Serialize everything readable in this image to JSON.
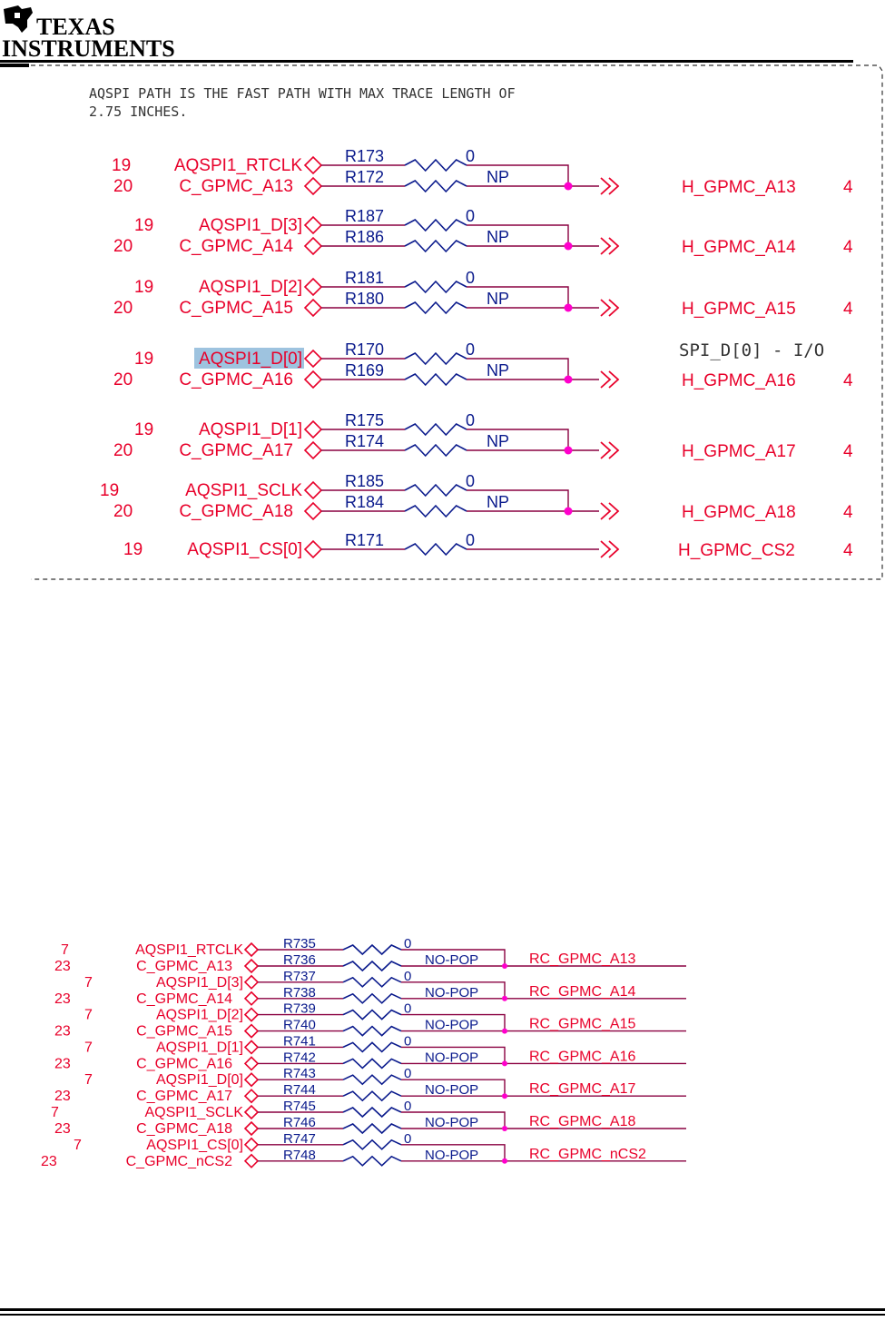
{
  "logo": {
    "line1": "Texas",
    "line2": "Instruments",
    "icon": "ti-logo-icon"
  },
  "colors": {
    "net_label": "#e8002a",
    "ref_designator": "#0a1a8c",
    "wire": "#8a0040",
    "junction": "#ff00cc"
  },
  "top_schematic": {
    "note_lines": [
      "AQSPI PATH IS THE FAST PATH WITH MAX TRACE LENGTH OF",
      "2.75 INCHES."
    ],
    "side_note": "SPI_D[0] - I/O",
    "groups": [
      {
        "sig_page": "19",
        "signal": "AQSPI1_RTCLK",
        "gpmc_page": "20",
        "gpmc": "C_GPMC_A13",
        "r_top": "R173",
        "r_top_val": "0",
        "r_bot": "R172",
        "r_bot_val": "NP",
        "out": "H_GPMC_A13",
        "out_page": "4"
      },
      {
        "sig_page": "19",
        "signal": "AQSPI1_D[3]",
        "gpmc_page": "20",
        "gpmc": "C_GPMC_A14",
        "r_top": "R187",
        "r_top_val": "0",
        "r_bot": "R186",
        "r_bot_val": "NP",
        "out": "H_GPMC_A14",
        "out_page": "4"
      },
      {
        "sig_page": "19",
        "signal": "AQSPI1_D[2]",
        "gpmc_page": "20",
        "gpmc": "C_GPMC_A15",
        "r_top": "R181",
        "r_top_val": "0",
        "r_bot": "R180",
        "r_bot_val": "NP",
        "out": "H_GPMC_A15",
        "out_page": "4"
      },
      {
        "sig_page": "19",
        "signal": "AQSPI1_D[0]",
        "gpmc_page": "20",
        "gpmc": "C_GPMC_A16",
        "r_top": "R170",
        "r_top_val": "0",
        "r_bot": "R169",
        "r_bot_val": "NP",
        "out": "H_GPMC_A16",
        "out_page": "4"
      },
      {
        "sig_page": "19",
        "signal": "AQSPI1_D[1]",
        "gpmc_page": "20",
        "gpmc": "C_GPMC_A17",
        "r_top": "R175",
        "r_top_val": "0",
        "r_bot": "R174",
        "r_bot_val": "NP",
        "out": "H_GPMC_A17",
        "out_page": "4"
      },
      {
        "sig_page": "19",
        "signal": "AQSPI1_SCLK",
        "gpmc_page": "20",
        "gpmc": "C_GPMC_A18",
        "r_top": "R185",
        "r_top_val": "0",
        "r_bot": "R184",
        "r_bot_val": "NP",
        "out": "H_GPMC_A18",
        "out_page": "4"
      }
    ],
    "single": {
      "sig_page": "19",
      "signal": "AQSPI1_CS[0]",
      "r": "R171",
      "r_val": "0",
      "out": "H_GPMC_CS2",
      "out_page": "4"
    }
  },
  "bottom_schematic": {
    "groups": [
      {
        "sig_page": "7",
        "signal": "AQSPI1_RTCLK",
        "gpmc_page": "23",
        "gpmc": "C_GPMC_A13",
        "r_top": "R735",
        "r_top_val": "0",
        "r_bot": "R736",
        "r_bot_val": "NO-POP",
        "out": "RC_GPMC_A13"
      },
      {
        "sig_page": "7",
        "signal": "AQSPI1_D[3]",
        "gpmc_page": "23",
        "gpmc": "C_GPMC_A14",
        "r_top": "R737",
        "r_top_val": "0",
        "r_bot": "R738",
        "r_bot_val": "NO-POP",
        "out": "RC_GPMC_A14"
      },
      {
        "sig_page": "7",
        "signal": "AQSPI1_D[2]",
        "gpmc_page": "23",
        "gpmc": "C_GPMC_A15",
        "r_top": "R739",
        "r_top_val": "0",
        "r_bot": "R740",
        "r_bot_val": "NO-POP",
        "out": "RC_GPMC_A15"
      },
      {
        "sig_page": "7",
        "signal": "AQSPI1_D[1]",
        "gpmc_page": "23",
        "gpmc": "C_GPMC_A16",
        "r_top": "R741",
        "r_top_val": "0",
        "r_bot": "R742",
        "r_bot_val": "NO-POP",
        "out": "RC_GPMC_A16"
      },
      {
        "sig_page": "7",
        "signal": "AQSPI1_D[0]",
        "gpmc_page": "23",
        "gpmc": "C_GPMC_A17",
        "r_top": "R743",
        "r_top_val": "0",
        "r_bot": "R744",
        "r_bot_val": "NO-POP",
        "out": "RC_GPMC_A17"
      },
      {
        "sig_page": "7",
        "signal": "AQSPI1_SCLK",
        "gpmc_page": "23",
        "gpmc": "C_GPMC_A18",
        "r_top": "R745",
        "r_top_val": "0",
        "r_bot": "R746",
        "r_bot_val": "NO-POP",
        "out": "RC_GPMC_A18"
      },
      {
        "sig_page": "7",
        "signal": "AQSPI1_CS[0]",
        "gpmc_page": "23",
        "gpmc": "C_GPMC_nCS2",
        "r_top": "R747",
        "r_top_val": "0",
        "r_bot": "R748",
        "r_bot_val": "NO-POP",
        "out": "RC_GPMC_nCS2"
      }
    ]
  }
}
